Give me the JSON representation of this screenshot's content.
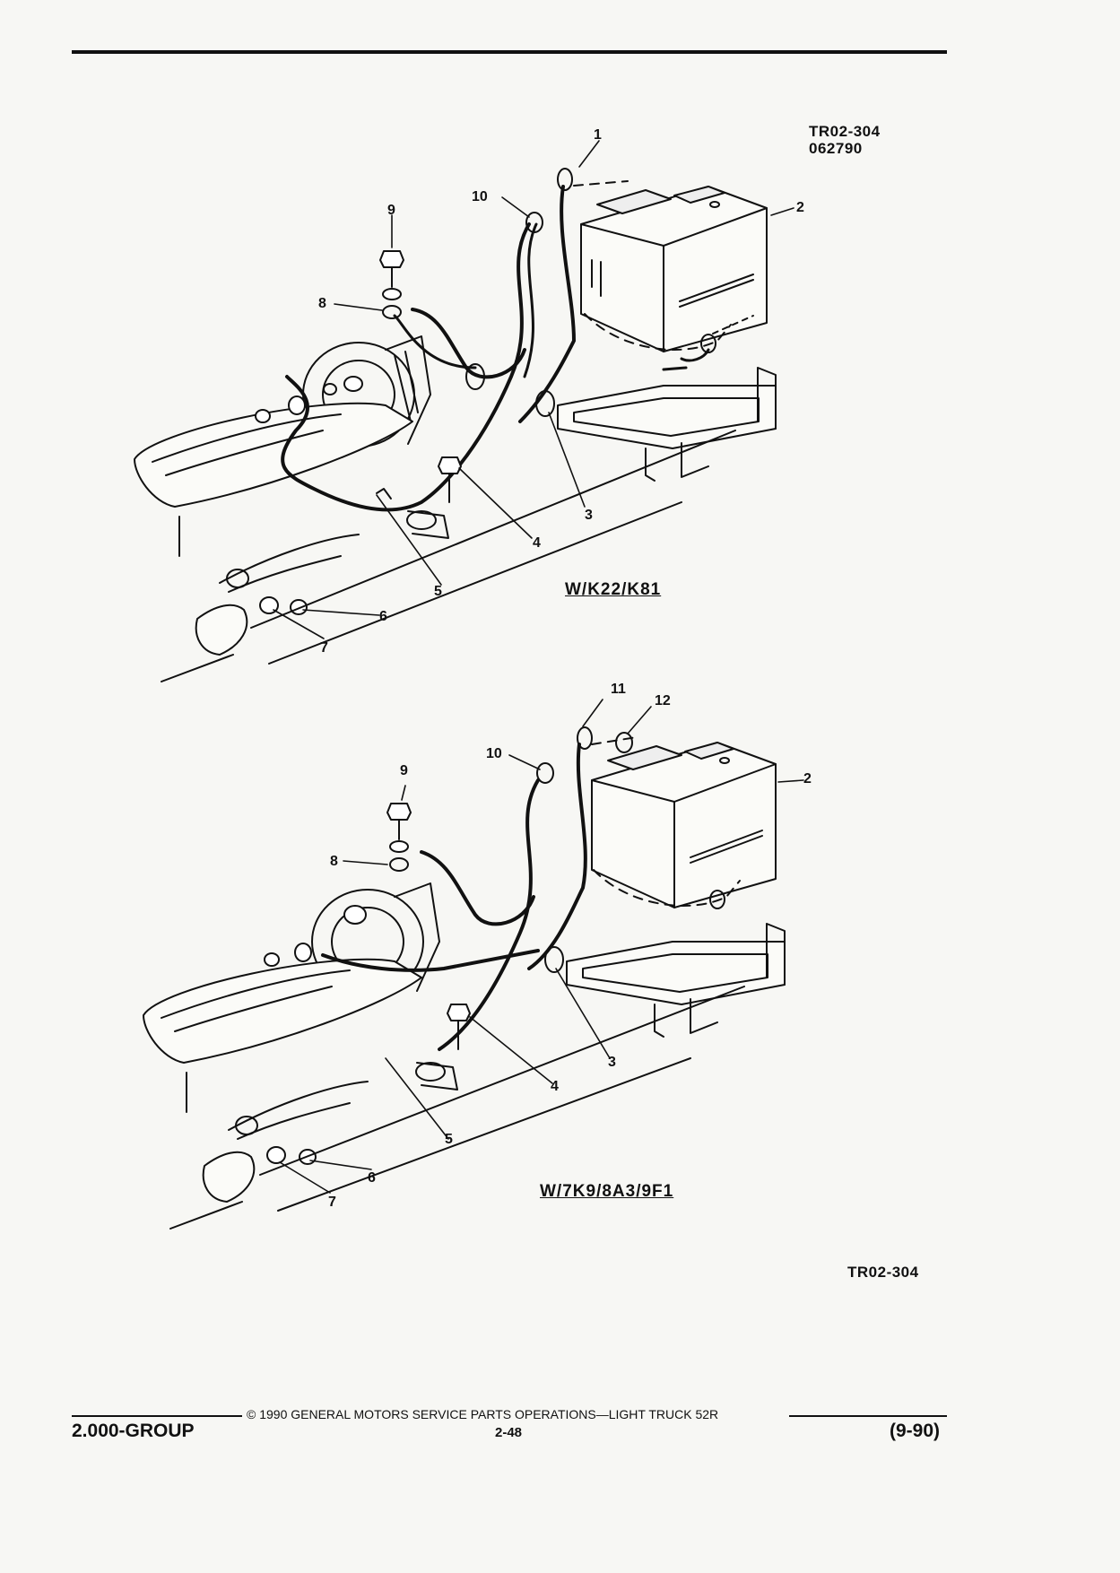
{
  "header": {
    "ref_code": "TR02-304",
    "ref_date": "062790"
  },
  "diagram_top": {
    "caption": "W/K22/K81",
    "callouts": [
      "1",
      "2",
      "3",
      "4",
      "5",
      "6",
      "7",
      "8",
      "9",
      "10"
    ]
  },
  "diagram_bottom": {
    "caption": "W/7K9/8A3/9F1",
    "callouts": [
      "2",
      "3",
      "4",
      "5",
      "6",
      "7",
      "8",
      "9",
      "10",
      "11",
      "12"
    ]
  },
  "figure_ref": "TR02-304",
  "footer": {
    "copyright": "© 1990 GENERAL MOTORS SERVICE PARTS OPERATIONS—LIGHT TRUCK 52R",
    "group": "2.000-GROUP",
    "page": "2-48",
    "date": "(9-90)"
  }
}
